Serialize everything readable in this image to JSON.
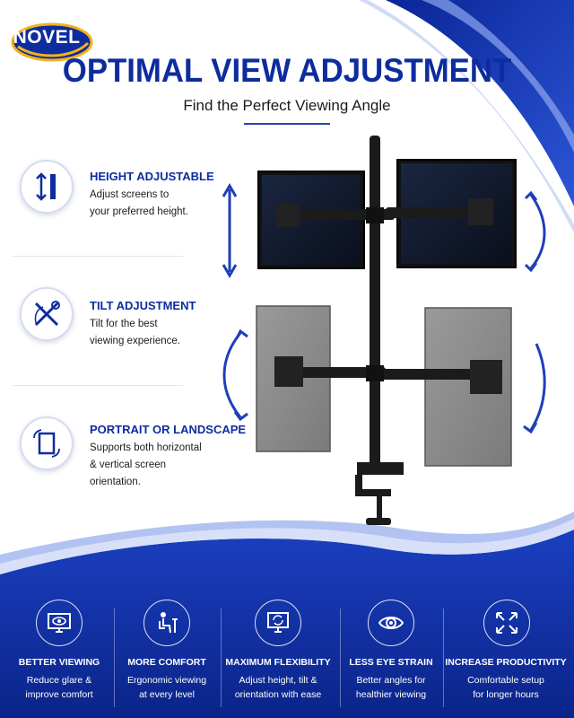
{
  "brand": {
    "logo_text": "NOVEL"
  },
  "header": {
    "title": "OPTIMAL VIEW ADJUSTMENT",
    "subtitle": "Find the Perfect Viewing Angle"
  },
  "features": [
    {
      "icon": "height-arrows-icon",
      "title": "HEIGHT ADJUSTABLE",
      "desc_lines": [
        "Adjust screens to",
        "your preferred height."
      ]
    },
    {
      "icon": "tilt-tools-icon",
      "title": "TILT ADJUSTMENT",
      "desc_lines": [
        "Tilt for the best",
        "viewing experience."
      ]
    },
    {
      "icon": "rotate-screen-icon",
      "title": "PORTRAIT OR LANDSCAPE",
      "desc_lines": [
        "Supports both horizontal",
        "& vertical screen",
        "orientation."
      ]
    }
  ],
  "benefits": [
    {
      "icon": "monitor-eye-icon",
      "title": "BETTER VIEWING",
      "desc_lines": [
        "Reduce glare &",
        "improve comfort"
      ]
    },
    {
      "icon": "seated-person-icon",
      "title": "MORE COMFORT",
      "desc_lines": [
        "Ergonomic viewing",
        "at every level"
      ]
    },
    {
      "icon": "monitor-rotate-icon",
      "title": "MAXIMUM FLEXIBILITY",
      "desc_lines": [
        "Adjust height, tilt &",
        "orientation with ease"
      ]
    },
    {
      "icon": "eye-icon",
      "title": "LESS EYE STRAIN",
      "desc_lines": [
        "Better angles for",
        "healthier viewing"
      ]
    },
    {
      "icon": "expand-arrows-icon",
      "title": "INCREASE PRODUCTIVITY",
      "desc_lines": [
        "Comfortable setup",
        "for longer hours"
      ]
    }
  ],
  "colors": {
    "brand_blue": "#0d2c9e",
    "band_blue": "#0b2a9a",
    "accent_blue": "#2743b8"
  }
}
